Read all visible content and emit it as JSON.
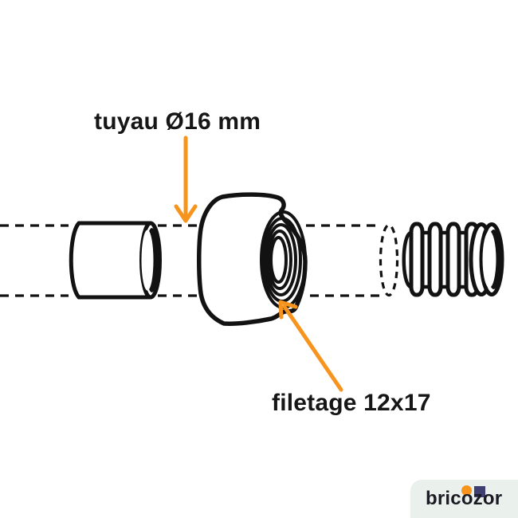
{
  "labels": {
    "pipe": "tuyau Ø16 mm",
    "thread": "filetage 12x17"
  },
  "logo": {
    "text": "bricozor"
  },
  "colors": {
    "accent_orange": "#F7941E",
    "line_black": "#121212",
    "badge_bg": "#EAF1ED",
    "logo_text": "#1B1B24",
    "logo_dot_orange": "#F6941E",
    "logo_square_indigo": "#3F3F72"
  }
}
